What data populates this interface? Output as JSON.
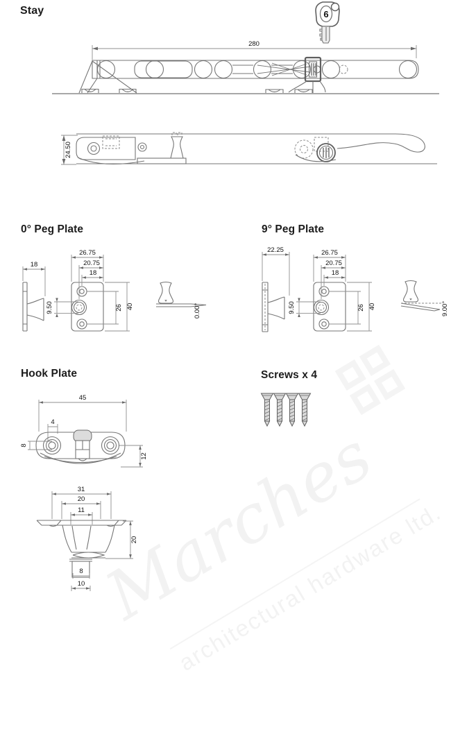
{
  "title": "Stay",
  "stay": {
    "length_label": "280",
    "height_label": "24.50",
    "key_number": "6"
  },
  "peg_plate_0": {
    "title": "0° Peg Plate",
    "side_width": "18",
    "plate_width": "26.75",
    "inner_width": "20.75",
    "hole_inset": "18",
    "hole_offset": "9.50",
    "hole_spacing": "26",
    "plate_height": "40",
    "angle": "0.00°"
  },
  "peg_plate_9": {
    "title": "9° Peg Plate",
    "side_width": "22.25",
    "plate_width": "26.75",
    "inner_width": "20.75",
    "hole_inset": "18",
    "hole_offset": "9.50",
    "hole_spacing": "26",
    "plate_height": "40",
    "angle": "9.00°"
  },
  "hook_plate": {
    "title": "Hook Plate",
    "width": "45",
    "slot_width": "4",
    "hole_offset": "8",
    "lip_depth": "12",
    "flange_width": "31",
    "taper_width": "20",
    "bore_width": "11",
    "height": "20",
    "neck_width": "8",
    "base_width": "10"
  },
  "screws": {
    "title": "Screws x 4",
    "count": 4
  },
  "watermark": {
    "name": "Marches",
    "subtitle": "architectural hardware ltd."
  }
}
